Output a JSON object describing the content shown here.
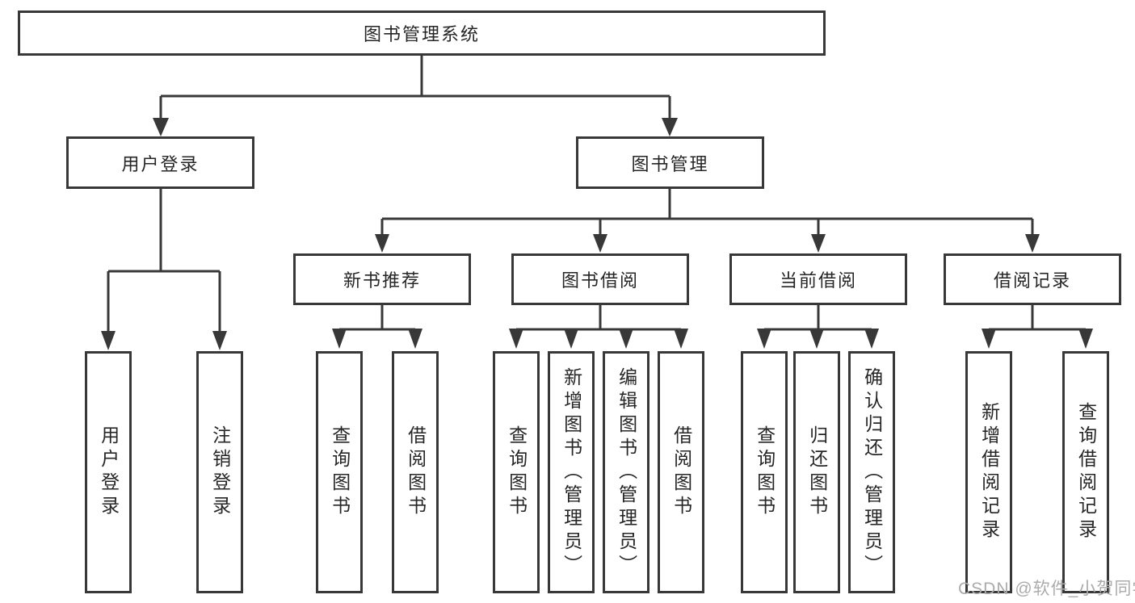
{
  "diagram": {
    "root": {
      "label": "图书管理系统"
    },
    "level1": [
      {
        "label": "用户登录",
        "parent": "图书管理系统"
      },
      {
        "label": "图书管理",
        "parent": "图书管理系统"
      }
    ],
    "level2": [
      {
        "label": "新书推荐",
        "parent": "图书管理"
      },
      {
        "label": "图书借阅",
        "parent": "图书管理"
      },
      {
        "label": "当前借阅",
        "parent": "图书管理"
      },
      {
        "label": "借阅记录",
        "parent": "图书管理"
      }
    ],
    "leaves": [
      {
        "label": "用户登录",
        "parent": "用户登录"
      },
      {
        "label": "注销登录",
        "parent": "用户登录"
      },
      {
        "label": "查询图书",
        "parent": "新书推荐"
      },
      {
        "label": "借阅图书",
        "parent": "新书推荐"
      },
      {
        "label": "查询图书",
        "parent": "图书借阅"
      },
      {
        "label": "新增图书（管理员）",
        "parent": "图书借阅"
      },
      {
        "label": "编辑图书（管理员）",
        "parent": "图书借阅"
      },
      {
        "label": "借阅图书",
        "parent": "图书借阅"
      },
      {
        "label": "查询图书",
        "parent": "当前借阅"
      },
      {
        "label": "归还图书",
        "parent": "当前借阅"
      },
      {
        "label": "确认归还（管理员）",
        "parent": "当前借阅"
      },
      {
        "label": "新增借阅记录",
        "parent": "借阅记录"
      },
      {
        "label": "查询借阅记录",
        "parent": "借阅记录"
      }
    ],
    "colors": {
      "line": "#383838",
      "text": "#262626",
      "watermark": "#ababab",
      "background": "#ffffff"
    }
  },
  "watermark": {
    "text": "CSDN @软件_小贺同学"
  }
}
